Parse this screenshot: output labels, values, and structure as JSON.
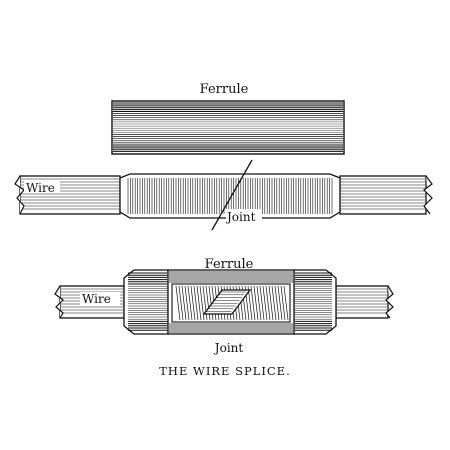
{
  "labels": {
    "ferrule_top": "Ferrule",
    "wire_middle": "Wire",
    "joint_middle": "Joint",
    "ferrule_bottom": "Ferrule",
    "wire_bottom": "Wire",
    "joint_bottom": "Joint"
  },
  "caption": "THE WIRE SPLICE.",
  "colors": {
    "ink": "#111111",
    "paper": "#ffffff"
  }
}
